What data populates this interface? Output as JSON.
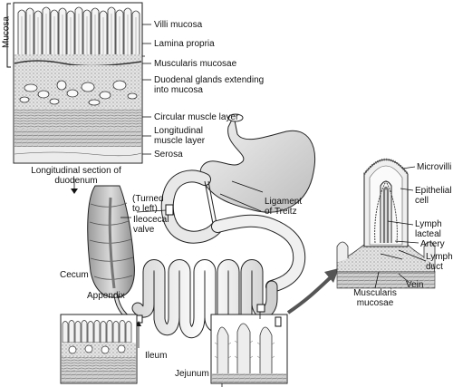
{
  "labels": {
    "mucosa": "Mucosa",
    "villi_mucosa": "Villi mucosa",
    "lamina_propria": "Lamina propria",
    "muscularis_mucosae": "Muscularis mucosae",
    "duodenal_glands_1": "Duodenal glands extending",
    "duodenal_glands_2": "into mucosa",
    "circular_muscle": "Circular muscle layer",
    "longitudinal_muscle_1": "Longitudinal",
    "longitudinal_muscle_2": "muscle layer",
    "serosa": "Serosa",
    "section_caption_1": "Longitudinal section of",
    "section_caption_2": "duodenum",
    "turned_1": "(Turned",
    "turned_2": "to left)",
    "ileocecal_1": "Ileocecal",
    "ileocecal_2": "valve",
    "ligament_1": "Ligament",
    "ligament_2": "of Treitz",
    "cecum": "Cecum",
    "appendix": "Appendix",
    "ileum": "Ileum",
    "jejunum": "Jejunum",
    "microvilli": "Microvilli",
    "epithelial_1": "Epithelial",
    "epithelial_2": "cell",
    "lymph_lacteal_1": "Lymph",
    "lymph_lacteal_2": "lacteal",
    "artery": "Artery",
    "lymph_duct_1": "Lymph",
    "lymph_duct_2": "duct",
    "vein": "Vein",
    "muscularis_1": "Muscularis",
    "muscularis_2": "mucosae"
  }
}
